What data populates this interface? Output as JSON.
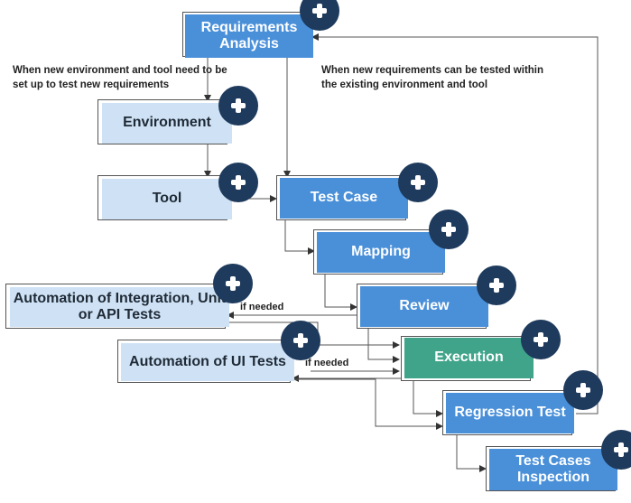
{
  "nodes": {
    "requirements_analysis": "Requirements Analysis",
    "environment": "Environment",
    "tool": "Tool",
    "test_case": "Test Case",
    "mapping": "Mapping",
    "review": "Review",
    "execution": "Execution",
    "regression_test": "Regression Test",
    "test_cases_inspection": "Test Cases Inspection",
    "automation_integration": "Automation of Integration, Unit or API Tests",
    "automation_ui": "Automation of UI Tests"
  },
  "annotations": {
    "env_tool_note": "When new environment and tool need to be set up to test new requirements",
    "existing_env_note": "When new requirements can be tested within the existing environment and tool",
    "if_needed_1": "if needed",
    "if_needed_2": "if needed"
  },
  "icons": {
    "expand": "plus-circle-icon"
  },
  "colors": {
    "primary_blue": "#4a90d9",
    "light_blue": "#cfe2f5",
    "green": "#3fa48a",
    "plus_navy": "#1e3a5c"
  }
}
